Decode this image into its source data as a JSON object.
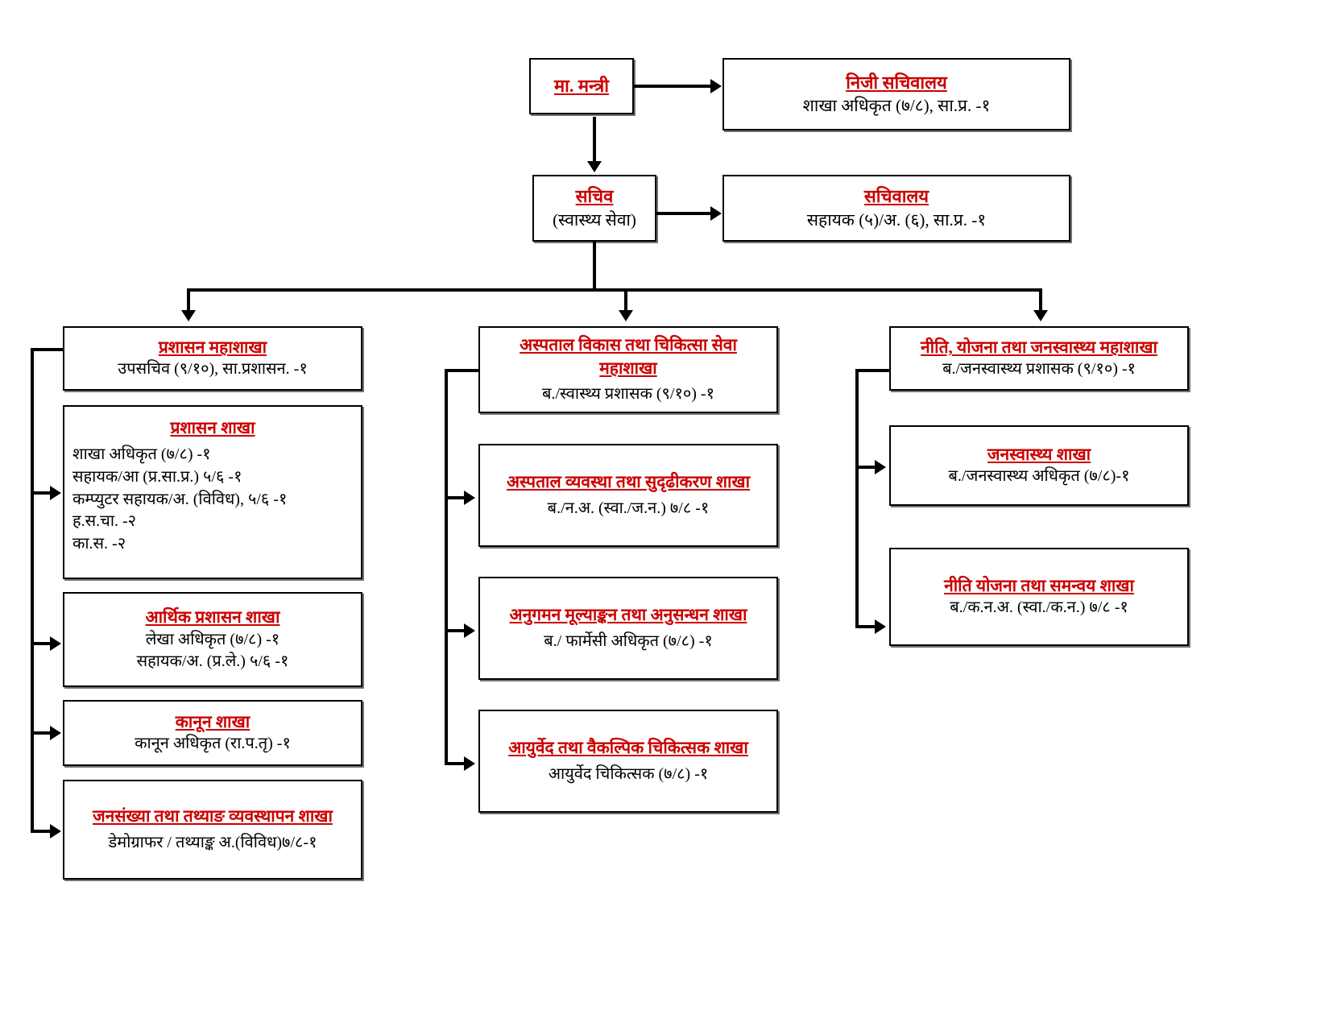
{
  "chart_data": {
    "type": "diagram",
    "title": "Organizational Structure Chart (Ministry of Health)",
    "orientation": "top-down"
  },
  "nodes": {
    "minister": {
      "title": "मा. मन्त्री"
    },
    "private_secretariat": {
      "title": "निजी सचिवालय",
      "lines": [
        "शाखा अधिकृत (७/८), सा.प्र. -१"
      ]
    },
    "secretary": {
      "title": "सचिव",
      "lines": [
        "(स्वास्थ्य सेवा)"
      ]
    },
    "secretariat": {
      "title": "सचिवालय",
      "lines": [
        "सहायक (५)/अ. (६), सा.प्र. -१"
      ]
    },
    "admin_division": {
      "title": "प्रशासन महाशाखा",
      "lines": [
        "उपसचिव (९/१०), सा.प्रशासन. -१"
      ]
    },
    "admin_section": {
      "title": "प्रशासन शाखा",
      "lines": [
        "शाखा अधिकृत (७/८) -१",
        "सहायक/आ (प्र.सा.प्र.) ५/६ -१",
        "कम्प्युटर सहायक/अ. (विविध), ५/६ -१",
        "ह.स.चा. -२",
        "का.स. -२"
      ]
    },
    "finance_admin_section": {
      "title": "आर्थिक प्रशासन शाखा",
      "lines": [
        "लेखा अधिकृत (७/८) -१",
        "सहायक/अ. (प्र.ले.) ५/६ -१"
      ]
    },
    "law_section": {
      "title": "कानून शाखा",
      "lines": [
        "कानून अधिकृत (रा.प.तृ) -१"
      ]
    },
    "population_data_section": {
      "title": "जनसंख्या तथा तथ्याङ व्यवस्थापन शाखा",
      "lines": [
        "डेमोग्राफर / तथ्याङ्क अ.(विविध)७/८-१"
      ]
    },
    "hospital_division": {
      "title": "अस्पताल विकास तथा चिकित्सा सेवा महाशाखा",
      "lines": [
        "ब./स्वास्थ्य प्रशासक (९/१०) -१"
      ]
    },
    "hospital_mgmt_section": {
      "title": "अस्पताल व्यवस्था तथा सुदृढीकरण शाखा",
      "lines": [
        "ब./न.अ. (स्वा./ज.न.) ७/८ -१"
      ]
    },
    "monitoring_section": {
      "title": "अनुगमन मूल्याङ्कन तथा अनुसन्धन शाखा",
      "lines": [
        "ब./ फार्मेसी अधिकृत (७/८) -१"
      ]
    },
    "ayurveda_section": {
      "title": "आयुर्वेद तथा वैकल्पिक चिकित्सक शाखा",
      "lines": [
        "आयुर्वेद चिकित्सक (७/८) -१"
      ]
    },
    "policy_division": {
      "title": "नीति, योजना तथा जनस्वास्थ्य महाशाखा",
      "lines": [
        "ब./जनस्वास्थ्य प्रशासक (९/१०) -१"
      ]
    },
    "public_health_section": {
      "title": "जनस्वास्थ्य शाखा",
      "lines": [
        "ब./जनस्वास्थ्य अधिकृत (७/८)-१"
      ]
    },
    "policy_coordination_section": {
      "title": "नीति योजना तथा समन्वय शाखा",
      "lines": [
        "ब./क.न.अ. (स्वा./क.न.) ७/८ -१"
      ]
    }
  },
  "colors": {
    "title_red": "#cc0000",
    "border_black": "#000000",
    "body_black": "#000000",
    "background": "#ffffff"
  }
}
